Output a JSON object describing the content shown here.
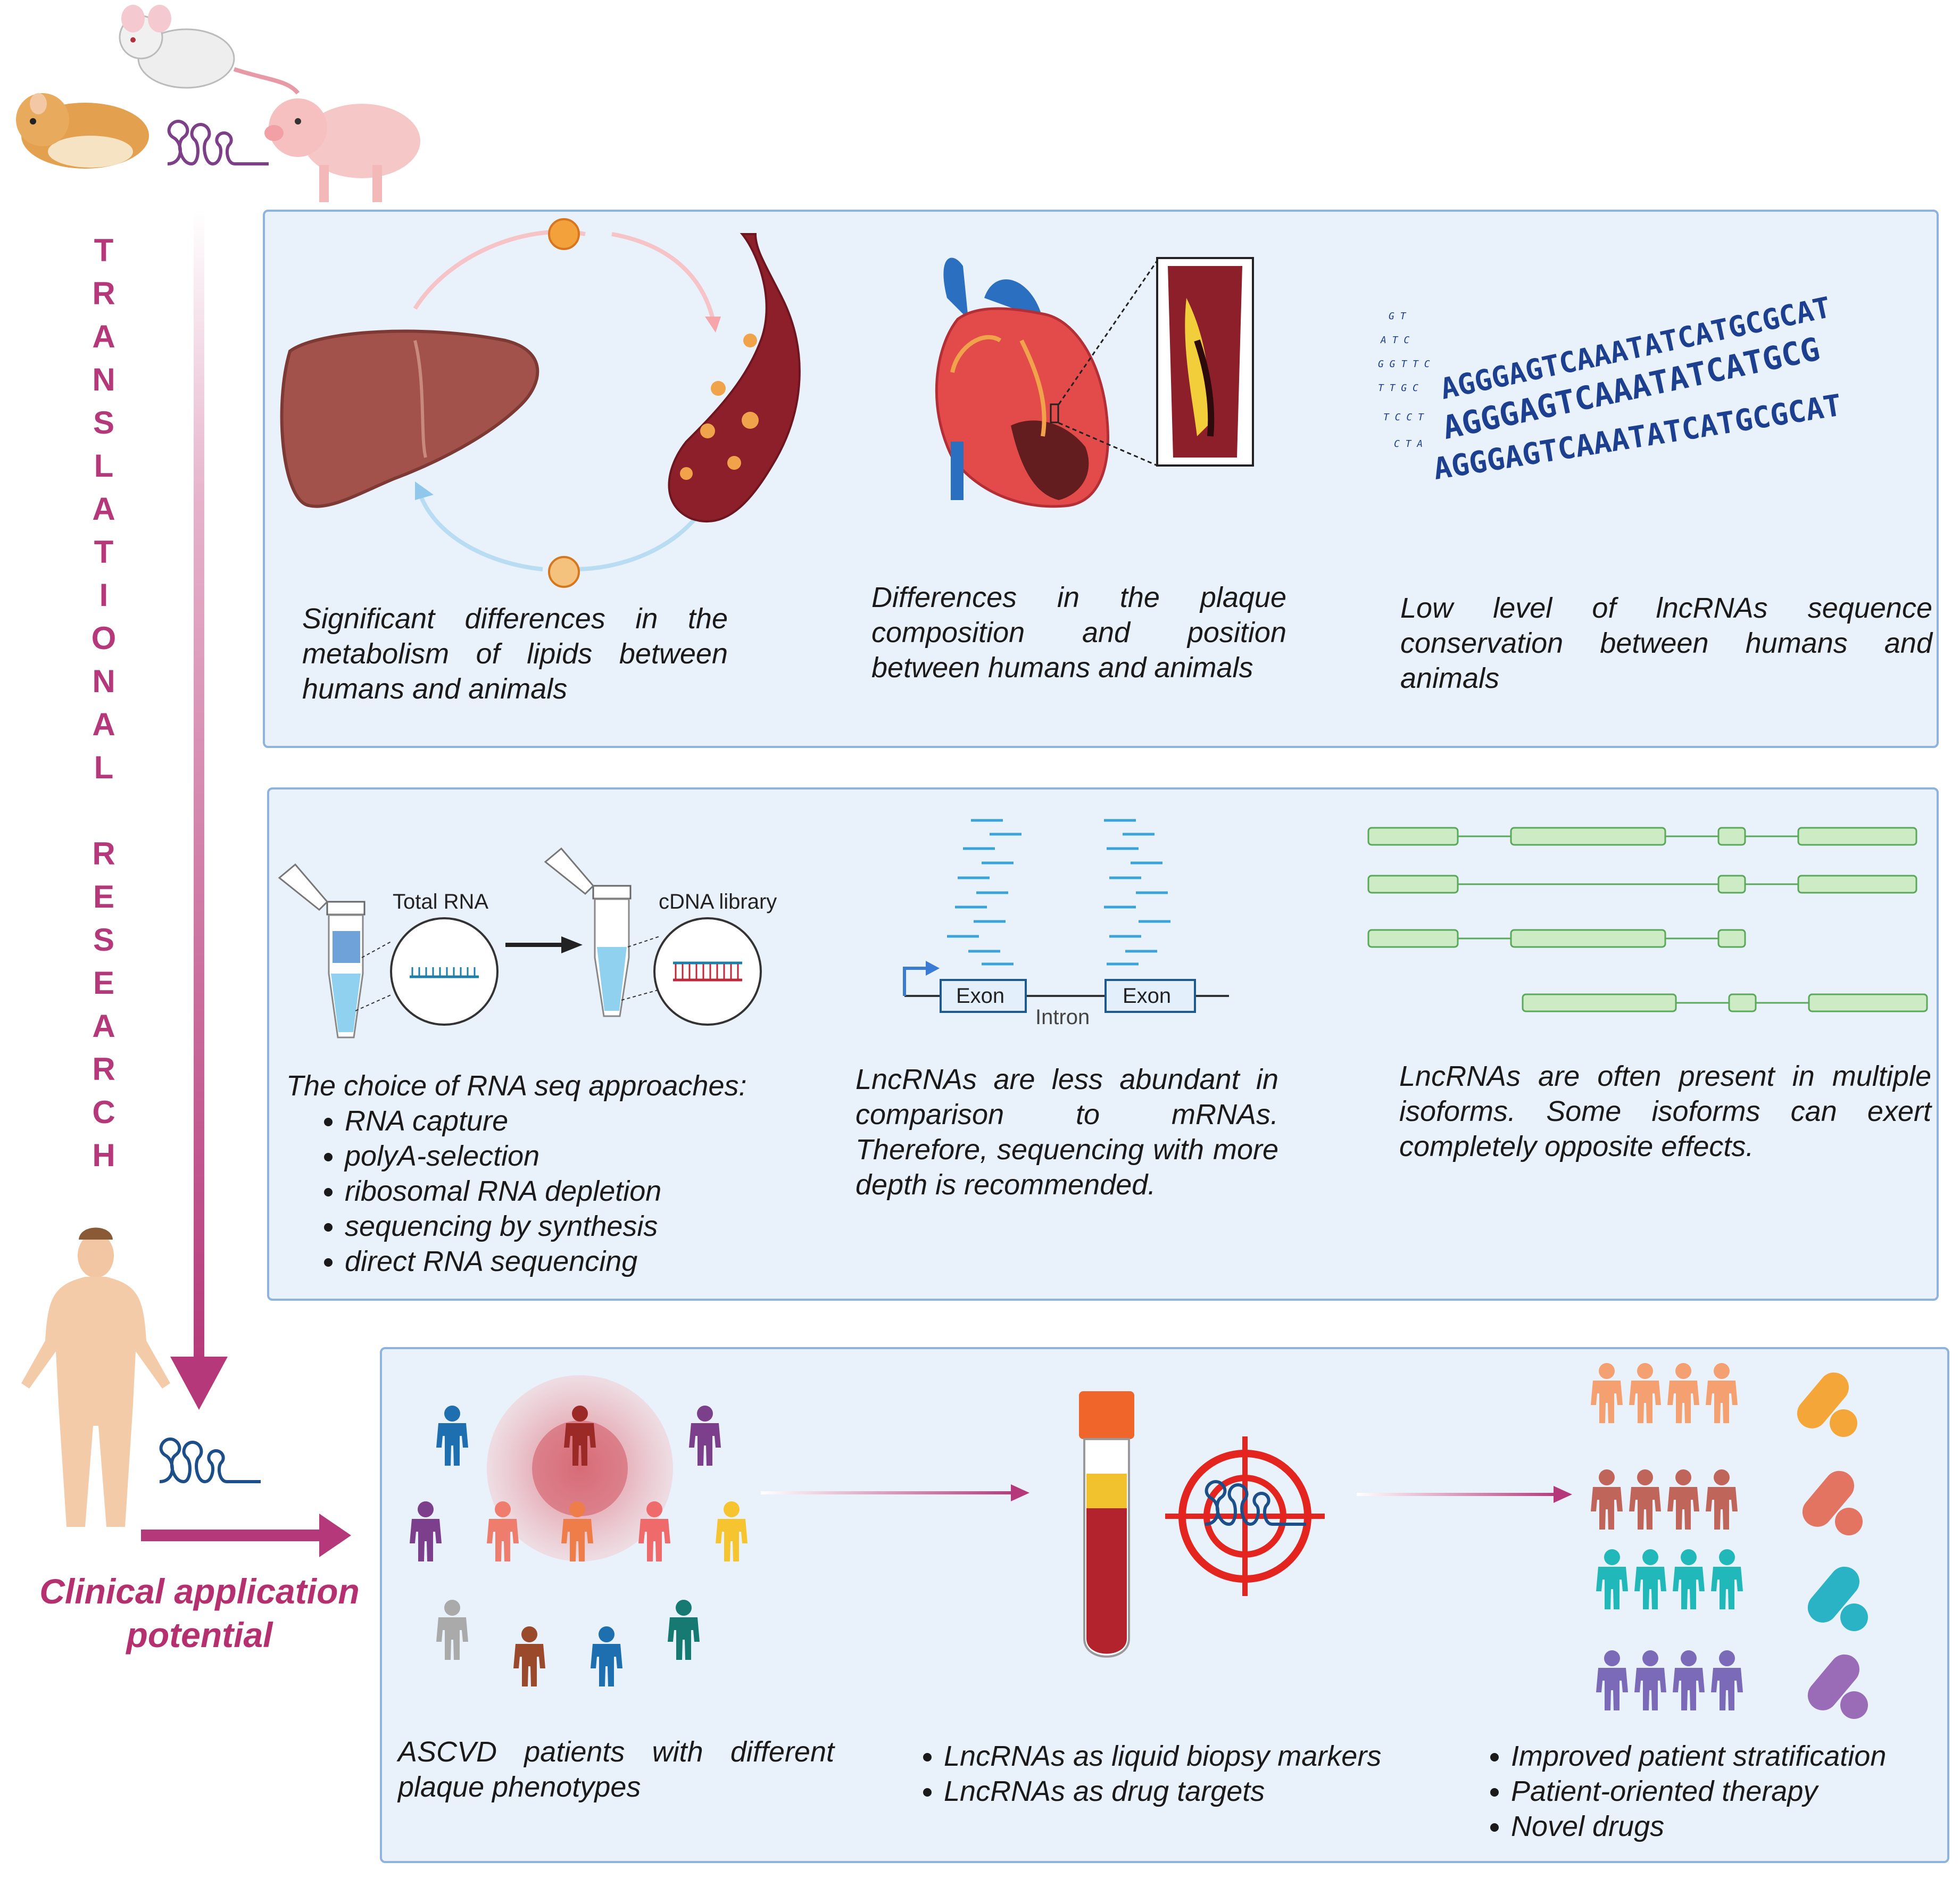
{
  "translational_research": [
    "T",
    "R",
    "A",
    "N",
    "S",
    "L",
    "A",
    "T",
    "I",
    "O",
    "N",
    "A",
    "L",
    " ",
    "R",
    "E",
    "S",
    "E",
    "A",
    "R",
    "C",
    "H"
  ],
  "clinical_application": [
    "Clinical application",
    "potential"
  ],
  "panel1": {
    "lipid_caption": "Significant differences in the metabolism of lipids between humans and animals",
    "plaque_caption": "Differences in the plaque composition and position between humans and animals",
    "conservation_caption": "Low level of lncRNAs sequence conservation between humans and animals",
    "dna_lines": [
      "AGGGAGTCAAATATCATGCGCAT",
      "AGGGAGTCAAATATCATGCG",
      "AGGGAGTCAAATATCATGCGCAT"
    ]
  },
  "panel2": {
    "total_rna_label": "Total RNA",
    "cdna_label": "cDNA library",
    "approaches_title": "The choice of RNA  seq approaches:",
    "approaches": [
      "RNA capture",
      "polyA-selection",
      "ribosomal RNA depletion",
      "sequencing by synthesis",
      "direct RNA sequencing"
    ],
    "exon1_label": "Exon",
    "exon2_label": "Exon",
    "intron_label": "Intron",
    "abundance_caption": "LncRNAs are less abundant in comparison to mRNAs. Therefore, sequencing with more depth is recommended.",
    "isoform_caption": "LncRNAs are often present in multiple isoforms. Some isoforms can exert completely opposite effects."
  },
  "panel3": {
    "patients_caption": "ASCVD patients with different plaque phenotypes",
    "biopsy_items": [
      "LncRNAs  as liquid biopsy markers",
      "LncRNAs as drug targets"
    ],
    "outcome_items": [
      "Improved patient  stratification",
      "Patient-oriented therapy",
      "Novel drugs"
    ]
  },
  "colors": {
    "accent": "#b5397a",
    "panel_bg": "#e9f1fb",
    "panel_border": "#8fb3da",
    "dna_blue": "#1c3f8f",
    "exon_green": "#cdebc4"
  }
}
